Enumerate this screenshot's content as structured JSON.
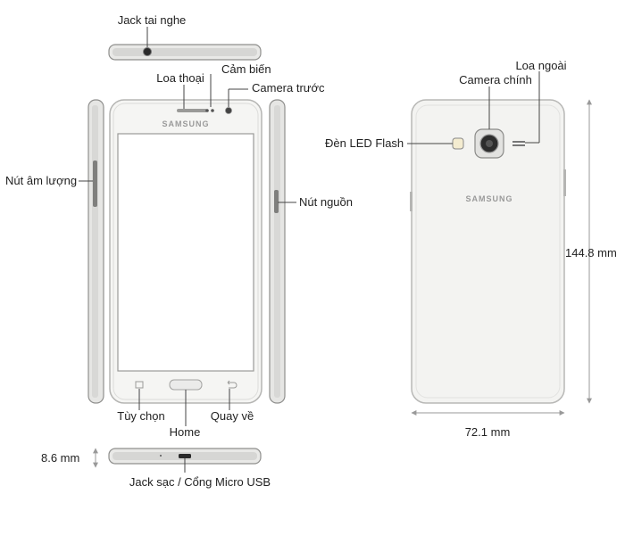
{
  "brand": "SAMSUNG",
  "colors": {
    "body": "#f5f5f3",
    "frame": "#c8c8c6",
    "screen": "#ffffff",
    "dimension_line": "#999999"
  },
  "labels": {
    "headphone_jack": "Jack tai nghe",
    "earpiece": "Loa thoại",
    "sensor": "Cảm biến",
    "front_camera": "Camera trước",
    "volume_button": "Nút âm lượng",
    "power_button": "Nút nguồn",
    "options_key": "Tùy chọn",
    "home_key": "Home",
    "back_key": "Quay về",
    "charging_port": "Jack sạc / Cổng Micro USB",
    "loudspeaker": "Loa ngoài",
    "main_camera": "Camera chính",
    "led_flash": "Đèn LED Flash"
  },
  "dimensions": {
    "thickness": "8.6 mm",
    "height": "144.8 mm",
    "width": "72.1 mm"
  }
}
